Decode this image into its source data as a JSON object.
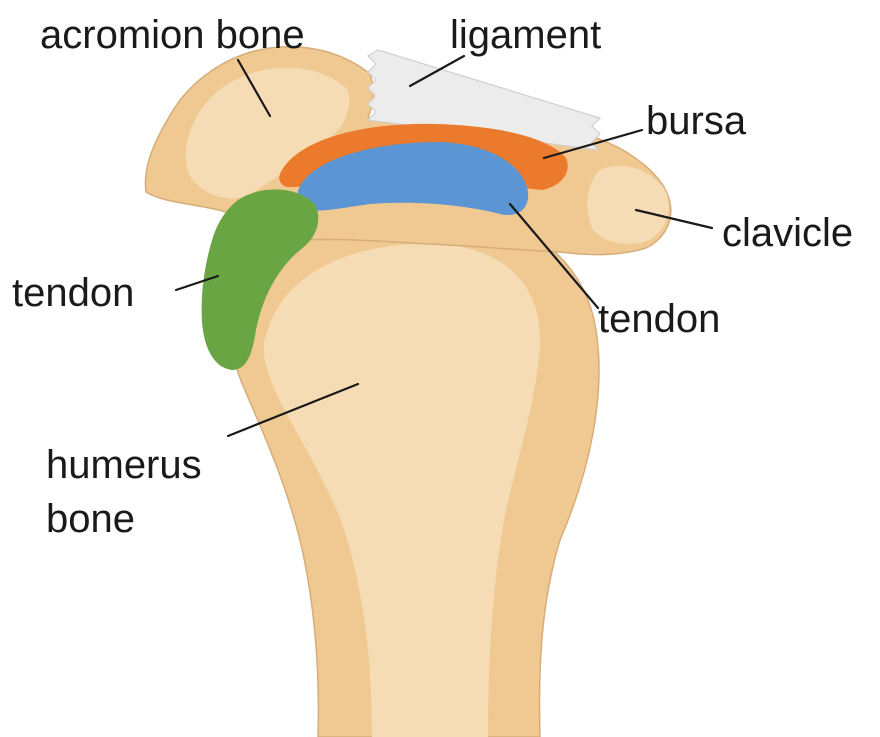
{
  "labels": {
    "acromion": "acromion bone",
    "ligament": "ligament",
    "bursa": "bursa",
    "clavicle": "clavicle",
    "tendon_left": "tendon",
    "tendon_right": "tendon",
    "humerus_line1": "humerus",
    "humerus_line2": "bone"
  },
  "colors": {
    "bone_outer": "#f0c992",
    "bone_inner": "#f6dcb4",
    "ligament": "#ececec",
    "bursa": "#ec7a2c",
    "tendon_blue": "#5b95d3",
    "tendon_green": "#6aa544",
    "text": "#1a1a1a"
  }
}
